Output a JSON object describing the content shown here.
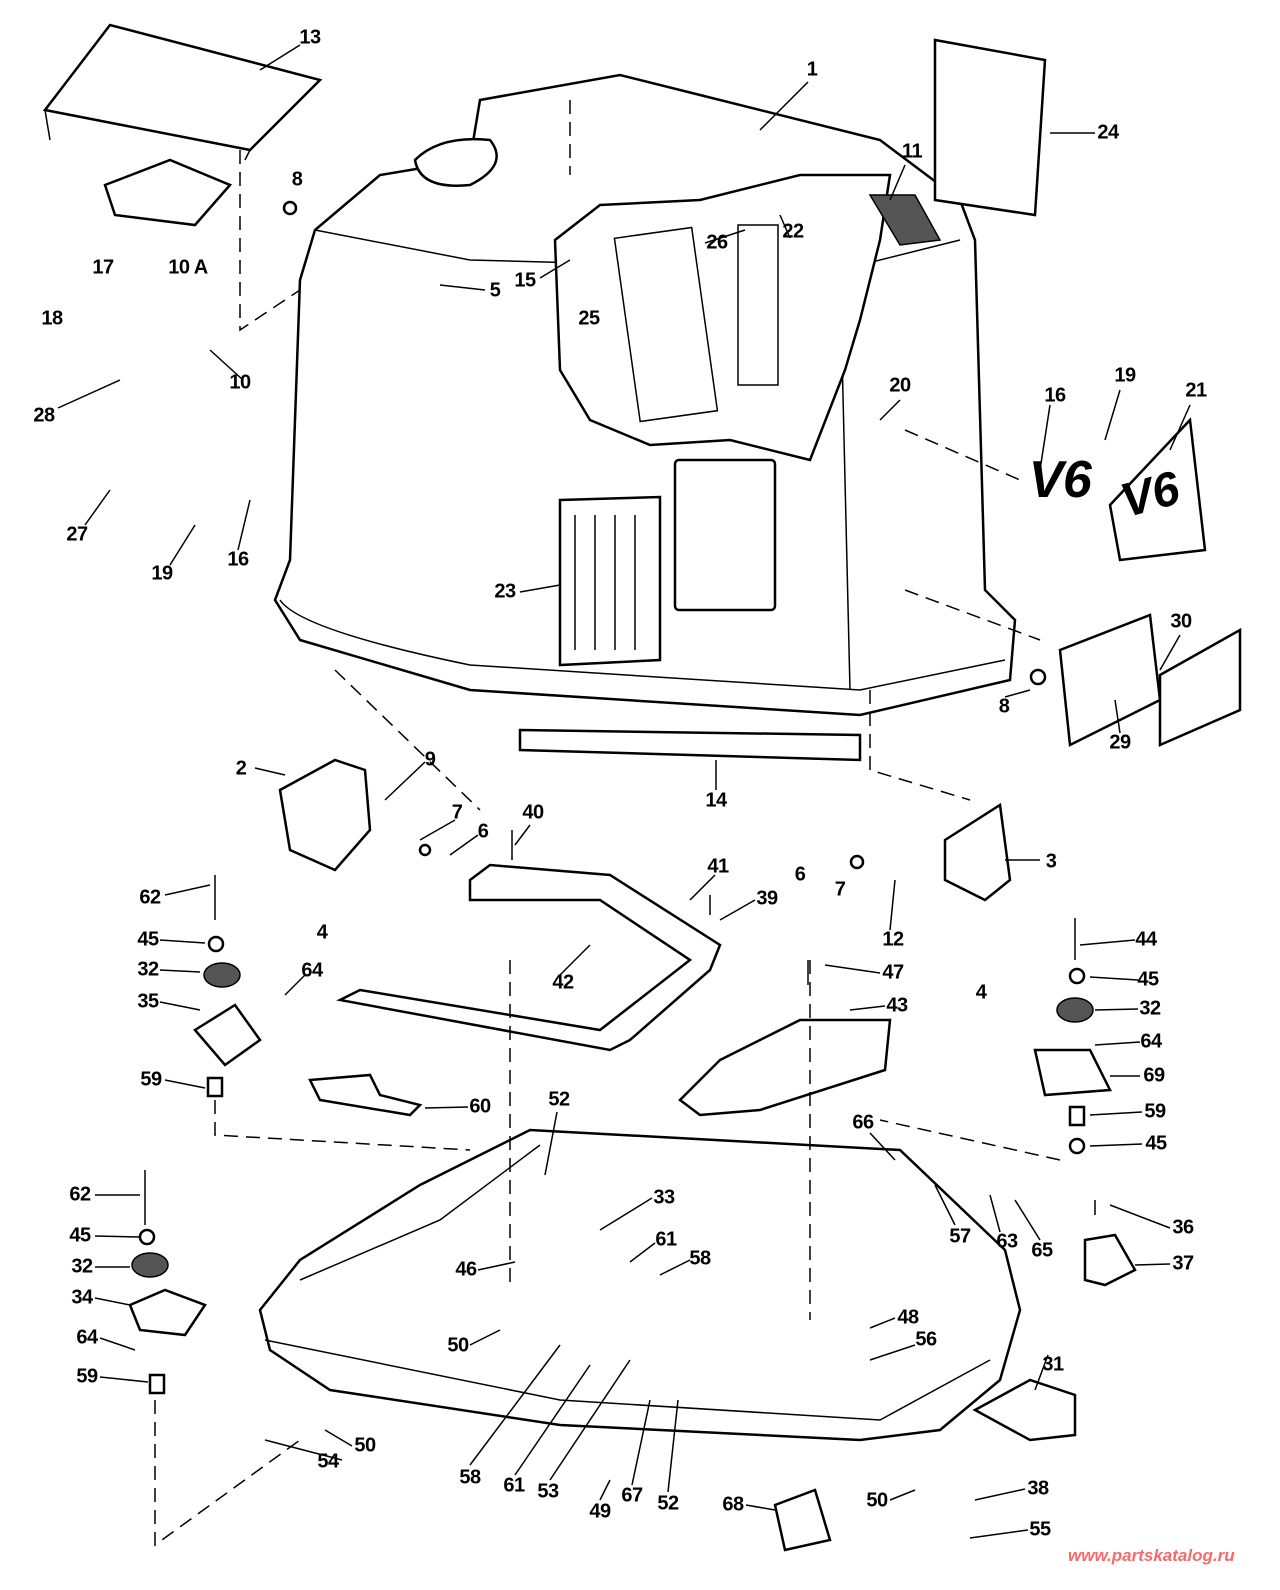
{
  "callouts": [
    "1",
    "13",
    "24",
    "11",
    "8",
    "22",
    "26",
    "15",
    "5",
    "17",
    "10 A",
    "18",
    "25",
    "10",
    "28",
    "20",
    "16",
    "19",
    "21",
    "27",
    "19",
    "16",
    "23",
    "8",
    "30",
    "29",
    "2",
    "14",
    "9",
    "7",
    "6",
    "40",
    "41",
    "6",
    "7",
    "3",
    "62",
    "4",
    "39",
    "12",
    "45",
    "44",
    "32",
    "64",
    "42",
    "47",
    "4",
    "45",
    "35",
    "43",
    "32",
    "64",
    "69",
    "59",
    "60",
    "52",
    "59",
    "66",
    "45",
    "62",
    "33",
    "36",
    "61",
    "58",
    "57",
    "63",
    "65",
    "45",
    "46",
    "37",
    "32",
    "34",
    "48",
    "56",
    "64",
    "50",
    "31",
    "59",
    "50",
    "54",
    "58",
    "61",
    "53",
    "67",
    "52",
    "49",
    "50",
    "38",
    "68",
    "55"
  ],
  "badge_text": [
    "V6",
    "V6"
  ],
  "watermark": "www.partskatalog.ru",
  "colors": {
    "line": "#000000",
    "watermark": "#f76a6a"
  }
}
